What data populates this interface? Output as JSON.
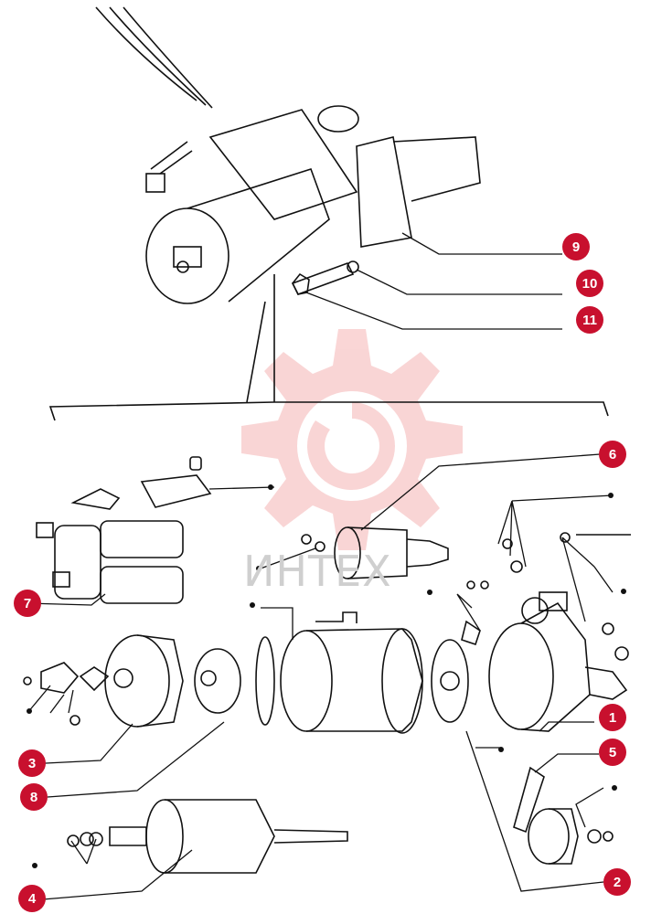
{
  "diagram": {
    "callouts": [
      {
        "id": "callout-1",
        "label": "1"
      },
      {
        "id": "callout-2",
        "label": "2"
      },
      {
        "id": "callout-3",
        "label": "3"
      },
      {
        "id": "callout-4",
        "label": "4"
      },
      {
        "id": "callout-5",
        "label": "5"
      },
      {
        "id": "callout-6",
        "label": "6"
      },
      {
        "id": "callout-7",
        "label": "7"
      },
      {
        "id": "callout-8",
        "label": "8"
      },
      {
        "id": "callout-9",
        "label": "9"
      },
      {
        "id": "callout-10",
        "label": "10"
      },
      {
        "id": "callout-11",
        "label": "11"
      }
    ],
    "watermark": {
      "text": "ИНТЕХ",
      "color": "#f2a0a0"
    },
    "colors": {
      "line": "#111111",
      "callout": "#c8102e"
    }
  }
}
